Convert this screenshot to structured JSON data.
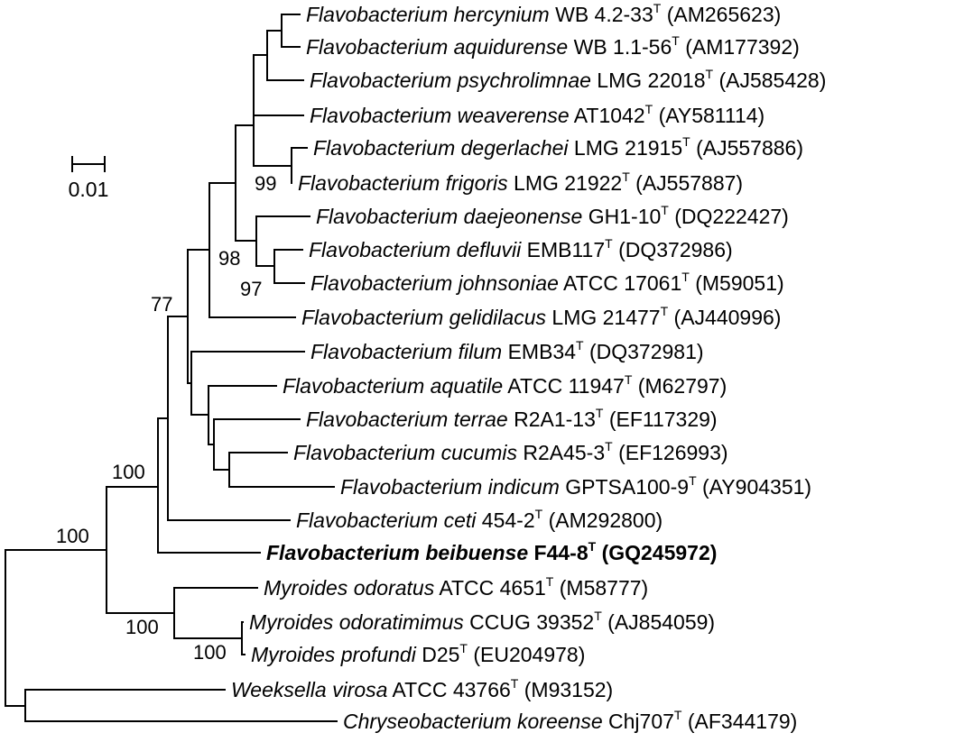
{
  "scale_bar": {
    "label": "0.01"
  },
  "taxa": [
    {
      "id": "hercynium",
      "genus": "Flavobacterium",
      "species": "hercynium",
      "strain": "WB 4.2-33",
      "type_mark": "T",
      "accession": "(AM265623)",
      "bold": false
    },
    {
      "id": "aquidurense",
      "genus": "Flavobacterium",
      "species": "aquidurense",
      "strain": "WB 1.1-56",
      "type_mark": "T",
      "accession": "(AM177392)",
      "bold": false
    },
    {
      "id": "psychrolimnae",
      "genus": "Flavobacterium",
      "species": "psychrolimnae",
      "strain": "LMG 22018",
      "type_mark": "T",
      "accession": "(AJ585428)",
      "bold": false
    },
    {
      "id": "weaverense",
      "genus": "Flavobacterium",
      "species": "weaverense",
      "strain": "AT1042",
      "type_mark": "T",
      "accession": "(AY581114)",
      "bold": false
    },
    {
      "id": "degerlachei",
      "genus": "Flavobacterium",
      "species": "degerlachei",
      "strain": "LMG 21915",
      "type_mark": "T",
      "accession": "(AJ557886)",
      "bold": false
    },
    {
      "id": "frigoris",
      "genus": "Flavobacterium",
      "species": "frigoris",
      "strain": "LMG 21922",
      "type_mark": "T",
      "accession": "(AJ557887)",
      "bold": false
    },
    {
      "id": "daejeonense",
      "genus": "Flavobacterium",
      "species": "daejeonense",
      "strain": "GH1-10",
      "type_mark": "T",
      "accession": "(DQ222427)",
      "bold": false
    },
    {
      "id": "defluvii",
      "genus": "Flavobacterium",
      "species": "defluvii",
      "strain": "EMB117",
      "type_mark": "T",
      "accession": "(DQ372986)",
      "bold": false
    },
    {
      "id": "johnsoniae",
      "genus": "Flavobacterium",
      "species": "johnsoniae",
      "strain": "ATCC 17061",
      "type_mark": "T",
      "accession": "(M59051)",
      "bold": false
    },
    {
      "id": "gelidilacus",
      "genus": "Flavobacterium",
      "species": "gelidilacus",
      "strain": "LMG 21477",
      "type_mark": "T",
      "accession": "(AJ440996)",
      "bold": false
    },
    {
      "id": "filum",
      "genus": "Flavobacterium",
      "species": "filum",
      "strain": "EMB34",
      "type_mark": "T",
      "accession": "(DQ372981)",
      "bold": false
    },
    {
      "id": "aquatile",
      "genus": "Flavobacterium",
      "species": "aquatile",
      "strain": "ATCC 11947",
      "type_mark": "T",
      "accession": "(M62797)",
      "bold": false
    },
    {
      "id": "terrae",
      "genus": "Flavobacterium",
      "species": "terrae",
      "strain": "R2A1-13",
      "type_mark": "T",
      "accession": "(EF117329)",
      "bold": false
    },
    {
      "id": "cucumis",
      "genus": "Flavobacterium",
      "species": "cucumis",
      "strain": "R2A45-3",
      "type_mark": "T",
      "accession": "(EF126993)",
      "bold": false
    },
    {
      "id": "indicum",
      "genus": "Flavobacterium",
      "species": "indicum",
      "strain": "GPTSA100-9",
      "type_mark": "T",
      "accession": "(AY904351)",
      "bold": false
    },
    {
      "id": "ceti",
      "genus": "Flavobacterium",
      "species": "ceti",
      "strain": "454-2",
      "type_mark": "T",
      "accession": "(AM292800)",
      "bold": false
    },
    {
      "id": "beibuense",
      "genus": "Flavobacterium",
      "species": "beibuense",
      "strain": "F44-8",
      "type_mark": "T",
      "accession": "(GQ245972)",
      "bold": true
    },
    {
      "id": "odoratus",
      "genus": "Myroides",
      "species": "odoratus",
      "strain": "ATCC 4651",
      "type_mark": "T",
      "accession": "(M58777)",
      "bold": false
    },
    {
      "id": "odoratimimus",
      "genus": "Myroides",
      "species": "odoratimimus",
      "strain": "CCUG 39352",
      "type_mark": "T",
      "accession": "(AJ854059)",
      "bold": false
    },
    {
      "id": "profundi",
      "genus": "Myroides",
      "species": "profundi",
      "strain": "D25",
      "type_mark": "T",
      "accession": "(EU204978)",
      "bold": false
    },
    {
      "id": "virosa",
      "genus": "Weeksella",
      "species": "virosa",
      "strain": "ATCC 43766",
      "type_mark": "T",
      "accession": "(M93152)",
      "bold": false
    },
    {
      "id": "koreense",
      "genus": "Chryseobacterium",
      "species": "koreense",
      "strain": "Chj707",
      "type_mark": "T",
      "accession": "(AF344179)",
      "bold": false
    }
  ],
  "bootstrap_values": [
    {
      "id": "bs-frigoris-clade",
      "value": "99"
    },
    {
      "id": "bs-daejeonense-clade",
      "value": "98"
    },
    {
      "id": "bs-johnsoniae-clade",
      "value": "97"
    },
    {
      "id": "bs-main-flavo",
      "value": "77"
    },
    {
      "id": "bs-flavobacterium",
      "value": "100"
    },
    {
      "id": "bs-ingroup",
      "value": "100"
    },
    {
      "id": "bs-myroides",
      "value": "100"
    },
    {
      "id": "bs-myroides-sub",
      "value": "100"
    }
  ]
}
